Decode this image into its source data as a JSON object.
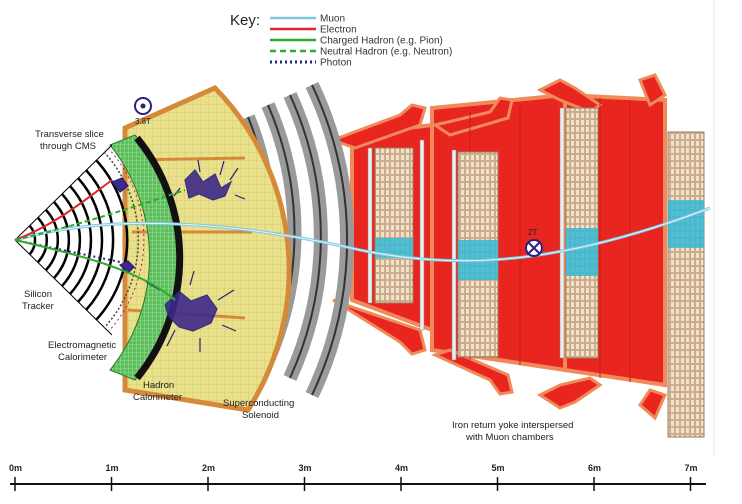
{
  "key": {
    "title": "Key:",
    "entries": [
      {
        "label": "Muon",
        "color": "#7ec8e3",
        "style": "solid"
      },
      {
        "label": "Electron",
        "color": "#e0262a",
        "style": "solid"
      },
      {
        "label": "Charged Hadron (e.g. Pion)",
        "color": "#2eaa2e",
        "style": "solid"
      },
      {
        "label": "Neutral Hadron (e.g. Neutron)",
        "color": "#2eaa2e",
        "style": "dashed"
      },
      {
        "label": "Photon",
        "color": "#1d2a7a",
        "style": "dotted"
      }
    ]
  },
  "labels": {
    "slice_line1": "Transverse slice",
    "slice_line2": "through CMS",
    "tracker_line1": "Silicon",
    "tracker_line2": "Tracker",
    "ecal_line1": "Electromagnetic",
    "ecal_line2": "Calorimeter",
    "hcal_line1": "Hadron",
    "hcal_line2": "Calorimeter",
    "solenoid_line1": "Superconducting",
    "solenoid_line2": "Solenoid",
    "yoke_line1": "Iron return yoke interspersed",
    "yoke_line2": "with Muon chambers",
    "field_inner": "3.8T",
    "field_outer": "2T"
  },
  "scale": {
    "ticks": [
      "0m",
      "1m",
      "2m",
      "3m",
      "4m",
      "5m",
      "6m",
      "7m"
    ]
  },
  "colors": {
    "hcal_fill": "#e8e08a",
    "hcal_border": "#d58a3a",
    "ecal": "#5cbf5c",
    "yoke_red": "#e8251f",
    "yoke_border": "#f08a5a",
    "chamber": "#f3e2c8",
    "chamber_hit": "#35b9d6",
    "solenoid": "#9a9a9a",
    "jet": "#2c1f7a"
  }
}
